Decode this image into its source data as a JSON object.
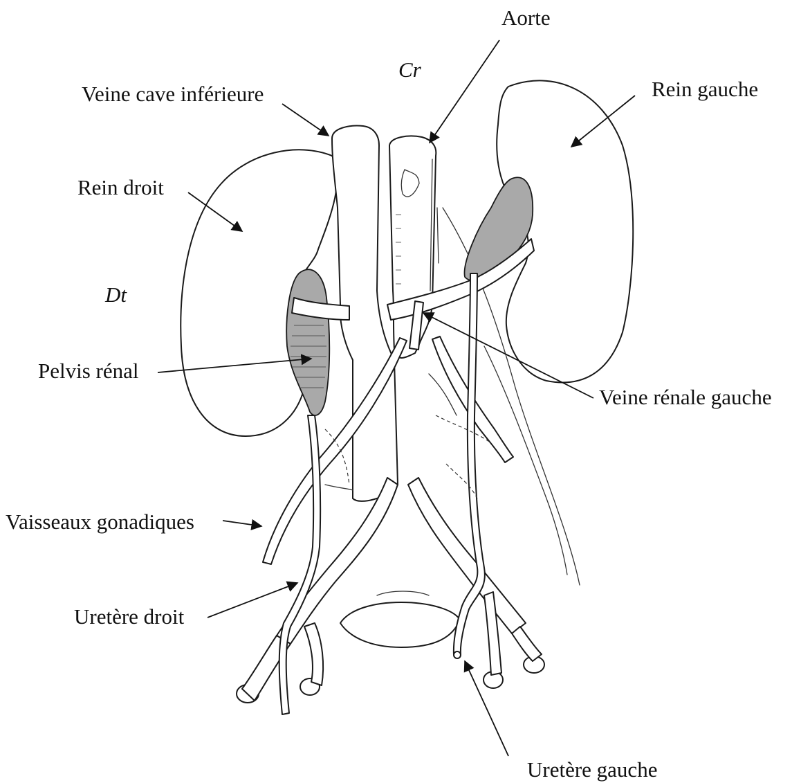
{
  "labels": {
    "aorte": "Aorte",
    "cr": "Cr",
    "veine_cave": "Veine cave inférieure",
    "rein_gauche": "Rein gauche",
    "rein_droit": "Rein droit",
    "dt": "Dt",
    "pelvis": "Pelvis rénal",
    "veine_renale": "Veine rénale gauche",
    "vaisseaux": "Vaisseaux gonadiques",
    "uretere_droit": "Uretère droit",
    "uretere_gauche": "Uretère gauche"
  },
  "colors": {
    "ink": "#1a1a1a",
    "shading": "#a9a9a9",
    "background": "#ffffff"
  }
}
